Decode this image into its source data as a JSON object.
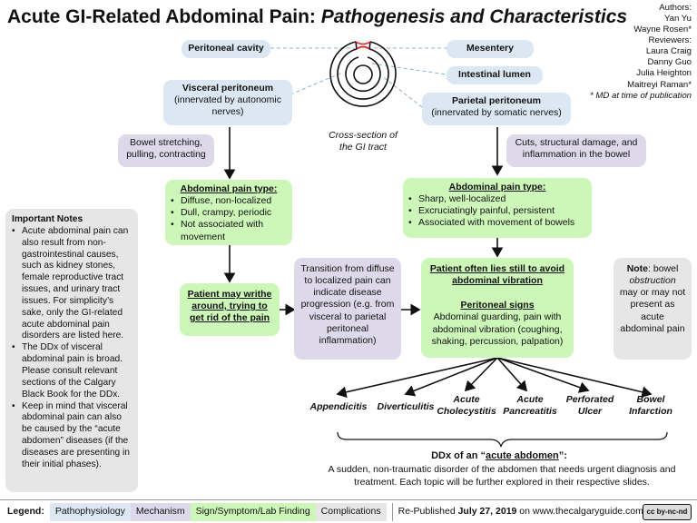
{
  "title": {
    "main": "Acute GI-Related Abdominal Pain:",
    "sub": "Pathogenesis and Characteristics"
  },
  "credits": {
    "authors_label": "Authors:",
    "authors": [
      "Yan Yu",
      "Wayne Rosen*"
    ],
    "reviewers_label": "Reviewers:",
    "reviewers": [
      "Laura Craig",
      "Danny Guo",
      "Julia Heighton",
      "Maitreyi Raman*"
    ],
    "note": "* MD at time of publication"
  },
  "labels": {
    "peritoneal_cavity": "Peritoneal cavity",
    "mesentery": "Mesentery",
    "intestinal_lumen": "Intestinal lumen",
    "visceral_title": "Visceral peritoneum",
    "visceral_sub": "(innervated by autonomic nerves)",
    "parietal_title": "Parietal peritoneum",
    "parietal_sub": "(innervated by somatic nerves)",
    "cross_section": "Cross-section of the GI tract"
  },
  "left_branch": {
    "trigger": "Bowel stretching, pulling, contracting",
    "pain_title": "Abdominal pain type:",
    "pain_items": [
      "Diffuse, non-localized",
      "Dull, crampy, periodic",
      "Not associated with movement"
    ],
    "patient": "Patient may writhe around, trying to get rid of the pain"
  },
  "right_branch": {
    "trigger": "Cuts, structural damage, and inflammation in the bowel",
    "pain_title": "Abdominal pain type:",
    "pain_items": [
      "Sharp, well-localized",
      "Excruciatingly painful, persistent",
      "Associated with movement of bowels"
    ],
    "patient_title": "Patient often lies still to avoid abdominal vibration",
    "signs_title": "Peritoneal signs",
    "signs_text": "Abdominal guarding, pain with abdominal vibration (coughing, shaking, percussion, palpation)"
  },
  "transition": "Transition from diffuse to localized pain can indicate disease progression (e.g. from visceral to parietal peritoneal inflammation)",
  "note_box": {
    "label": "Note",
    "text1": ": bowel ",
    "italic": "obstruction",
    "text2": " may or may not present as acute abdominal pain"
  },
  "important_notes": {
    "title": "Important Notes",
    "items": [
      "Acute abdominal pain can also result from non-gastrointestinal causes, such as kidney stones, female reproductive tract issues, and urinary tract issues. For simplicity’s sake, only the GI-related acute abdominal pain disorders are listed here.",
      "The DDx of visceral abdominal pain is broad. Please consult relevant sections of the Calgary Black Book for the DDx.",
      "Keep in mind that visceral abdominal pain can also be caused by the “acute abdomen” diseases (if the diseases are presenting in their initial phases)."
    ]
  },
  "ddx": {
    "items": [
      "Appendicitis",
      "Diverticulitis",
      "Acute Cholecystitis",
      "Acute Pancreatitis",
      "Perforated Ulcer",
      "Bowel Infarction"
    ],
    "heading_prefix": "DDx of an “",
    "heading_term": "acute abdomen",
    "heading_suffix": "”:",
    "definition": "A sudden, non-traumatic disorder of the abdomen that needs urgent diagnosis and treatment. Each topic will be further explored in their respective slides."
  },
  "legend": {
    "label": "Legend:",
    "items": [
      "Pathophysiology",
      "Mechanism",
      "Sign/Symptom/Lab Finding",
      "Complications"
    ],
    "colors": [
      "#dbe8f3",
      "#ddd9ea",
      "#cdf7b8",
      "#e6e6e6"
    ],
    "published_prefix": "Re-Published ",
    "published_date": "July 27, 2019",
    "published_suffix": " on www.thecalgaryguide.com",
    "license": "cc by-nc-nd"
  }
}
